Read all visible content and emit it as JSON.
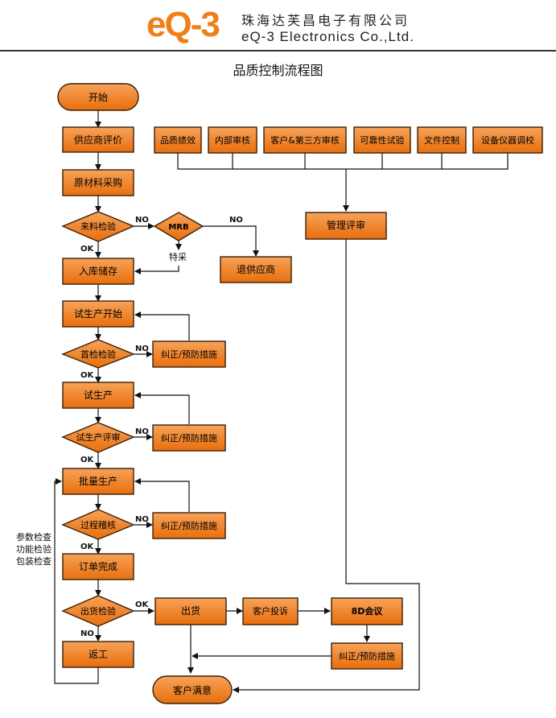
{
  "header": {
    "logo": "eQ-3",
    "company_cn": "珠海达芙昌电子有限公司",
    "company_en": "eQ-3 Electronics Co.,Ltd."
  },
  "title": "品质控制流程图",
  "nodes": {
    "start": "开始",
    "supplier_eval": "供应商评价",
    "raw_purchase": "原材料采购",
    "incoming_inspection": "来料检验",
    "mrb": "MRB",
    "return_supplier": "退供应商",
    "warehouse": "入库储存",
    "trial_start": "试生产开始",
    "first_inspection": "首检检验",
    "corrective_1": "纠正/预防措施",
    "trial_production": "试生产",
    "trial_review": "试生产评审",
    "corrective_2": "纠正/预防措施",
    "mass_production": "批量生产",
    "process_audit": "过程稽核",
    "corrective_3": "纠正/预防措施",
    "order_complete": "订单完成",
    "shipping_inspection": "出货检验",
    "rework": "返工",
    "shipping": "出货",
    "customer_complaint": "客户投诉",
    "meeting_8d": "8D会议",
    "corrective_4": "纠正/预防措施",
    "customer_satisfaction": "客户满意",
    "quality_performance": "品质绩效",
    "internal_audit": "内部审核",
    "third_party_audit": "客户&第三方审核",
    "reliability_test": "可靠性试验",
    "document_control": "文件控制",
    "equipment_calibration": "设备仪器调校",
    "management_review": "管理评审"
  },
  "edge_labels": {
    "no": "NO",
    "ok": "OK",
    "special_purchase": "特采"
  },
  "side_notes": [
    "参数检查",
    "功能检验",
    "包装检查"
  ],
  "colors": {
    "node_fill": "#f07f1a",
    "node_stroke": "#3a2008",
    "line": "#111111",
    "brand": "#f07f1a"
  }
}
